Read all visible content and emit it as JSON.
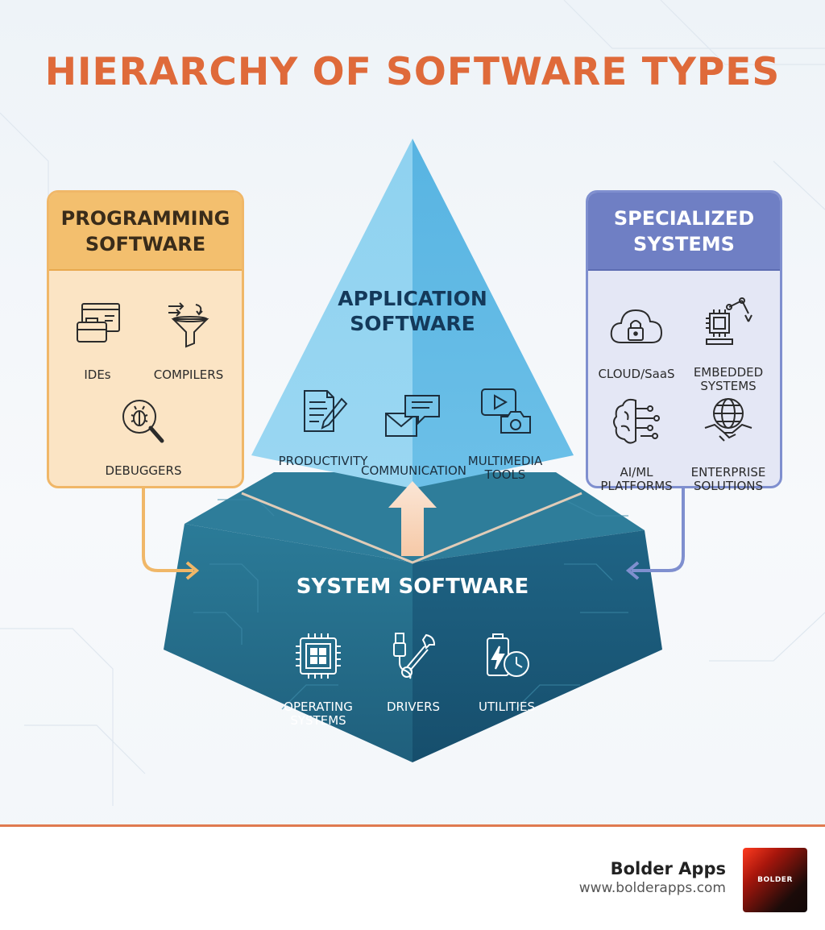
{
  "title": "HIERARCHY OF SOFTWARE TYPES",
  "colors": {
    "title": "#df6a3a",
    "programming_panel": "#f3bf6e",
    "specialized_panel": "#6f7fc4",
    "application_triangle": "#5cb6e0",
    "system_base": "#1d5f7e"
  },
  "programming": {
    "title": "PROGRAMMING\nSOFTWARE",
    "items": [
      {
        "label": "IDEs",
        "icon": "ide-toolbox-icon"
      },
      {
        "label": "COMPILERS",
        "icon": "funnel-icon"
      },
      {
        "label": "DEBUGGERS",
        "icon": "bug-magnifier-icon"
      }
    ]
  },
  "specialized": {
    "title": "SPECIALIZED\nSYSTEMS",
    "items": [
      {
        "label": "CLOUD/SaaS",
        "icon": "cloud-lock-icon"
      },
      {
        "label": "EMBEDDED\nSYSTEMS",
        "icon": "robot-arm-chip-icon"
      },
      {
        "label": "AI/ML\nPLATFORMS",
        "icon": "brain-circuit-icon"
      },
      {
        "label": "ENTERPRISE\nSOLUTIONS",
        "icon": "globe-handshake-icon"
      }
    ]
  },
  "application": {
    "title": "APPLICATION\nSOFTWARE",
    "items": [
      {
        "label": "PRODUCTIVITY",
        "icon": "document-pen-icon"
      },
      {
        "label": "COMMUNICATION",
        "icon": "mail-chat-icon"
      },
      {
        "label": "MULTIMEDIA\nTOOLS",
        "icon": "video-camera-icon"
      }
    ]
  },
  "system": {
    "title": "SYSTEM SOFTWARE",
    "items": [
      {
        "label": "OPERATING\nSYSTEMS",
        "icon": "chip-windows-icon"
      },
      {
        "label": "DRIVERS",
        "icon": "usb-wrench-icon"
      },
      {
        "label": "UTILITIES",
        "icon": "battery-clock-icon"
      }
    ]
  },
  "footer": {
    "brand": "Bolder Apps",
    "url": "www.bolderapps.com",
    "logo_text": "BOLDER"
  }
}
